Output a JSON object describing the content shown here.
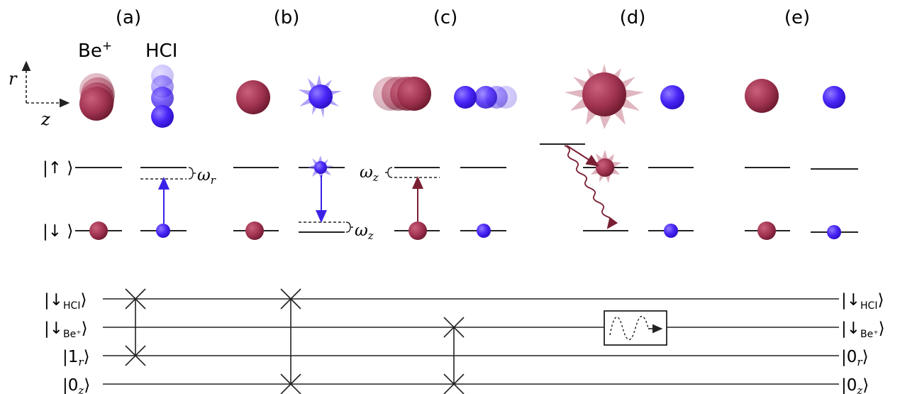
{
  "panels": [
    "(a)",
    "(b)",
    "(c)",
    "(d)",
    "(e)"
  ],
  "species": {
    "be": "Be",
    "be_sup": "+",
    "hci": "HCI"
  },
  "axes": {
    "r": "r",
    "z": "z"
  },
  "states": {
    "up": "|↑ ⟩",
    "down": "|↓ ⟩"
  },
  "omegas": {
    "r_sym": "ω",
    "r_sub": "r",
    "z_sym": "ω",
    "z_sub": "z"
  },
  "circuit": {
    "left": [
      {
        "main": "|↓",
        "sub": "HCI",
        "tail": "⟩"
      },
      {
        "main": "|↓",
        "sub": "Be⁺",
        "tail": "⟩"
      },
      {
        "main": "|1",
        "sub": "r",
        "tail": "⟩"
      },
      {
        "main": "|0",
        "sub": "z",
        "tail": "⟩"
      }
    ],
    "right": [
      {
        "main": "|↓",
        "sub": "HCI",
        "tail": "⟩"
      },
      {
        "main": "|↓",
        "sub": "Be⁺",
        "tail": "⟩"
      },
      {
        "main": "|0",
        "sub": "r",
        "tail": "⟩"
      },
      {
        "main": "|0",
        "sub": "z",
        "tail": "⟩"
      }
    ]
  },
  "colors": {
    "be_ion": "#9b2f48",
    "hci_ion": "#3d1cf5",
    "arrow_red": "#7a1f33",
    "arrow_blue": "#3b22e8"
  }
}
